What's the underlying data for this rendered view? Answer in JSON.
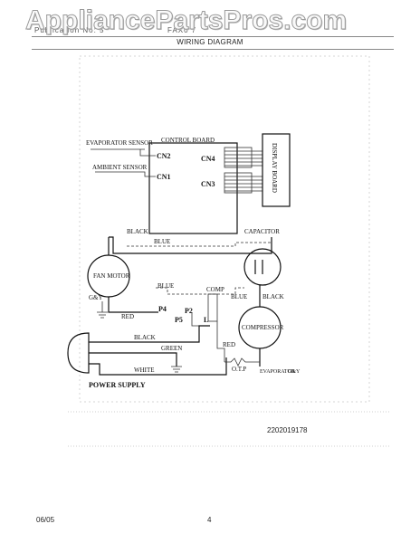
{
  "watermark": "AppliancePartsPros.com",
  "header": {
    "left_text": "Publication No: 5",
    "right_text": "FAX0 7",
    "title": "WIRING DIAGRAM"
  },
  "diagram": {
    "control_board": "CONTROL BOARD",
    "evaporator_sensor": "EVAPORATOR SENSOR",
    "ambient_sensor": "AMBIENT SENSOR",
    "cn2": "CN2",
    "cn1": "CN1",
    "cn4": "CN4",
    "cn3": "CN3",
    "display_board": "DISPLAY BOARD",
    "black_top": "BLACK",
    "blue_top": "BLUE",
    "capacitor": "CAPACITOR",
    "fan_motor": "FAN MOTOR",
    "gy_left": "G&Y",
    "blue_mid": "BLUE",
    "comp": "COMP",
    "p2": "P2",
    "p4": "P4",
    "p5": "P5",
    "l": "L",
    "red_left": "RED",
    "blue_right": "BLUE",
    "black_right": "BLACK",
    "compressor": "COMPRESSOR",
    "black_bottom": "BLACK",
    "green": "GREEN",
    "white": "WHITE",
    "red_bottom": "RED",
    "otp": "O.T.P",
    "evaporator_label": "EVAPORATOR",
    "gy_right": "G&Y",
    "power_supply": "POWER SUPPLY"
  },
  "part_number": "2202019178",
  "footer": {
    "date": "06/05",
    "page": "4"
  }
}
